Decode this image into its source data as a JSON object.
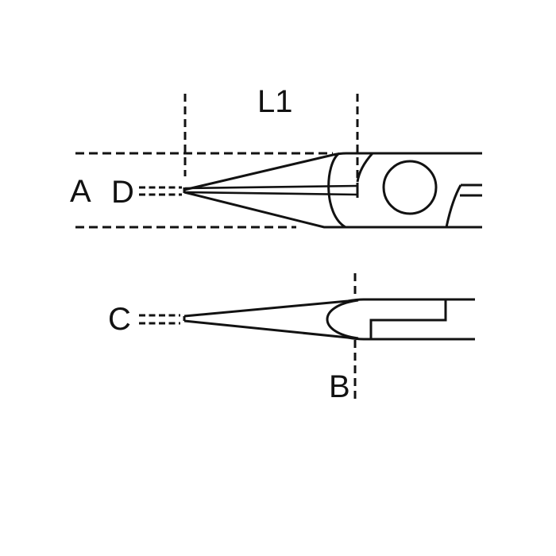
{
  "colors": {
    "ink": "#121212",
    "background": "#ffffff"
  },
  "drawing": {
    "labels": {
      "l1": "L1",
      "a": "A",
      "d": "D",
      "c": "C",
      "b": "B"
    }
  }
}
